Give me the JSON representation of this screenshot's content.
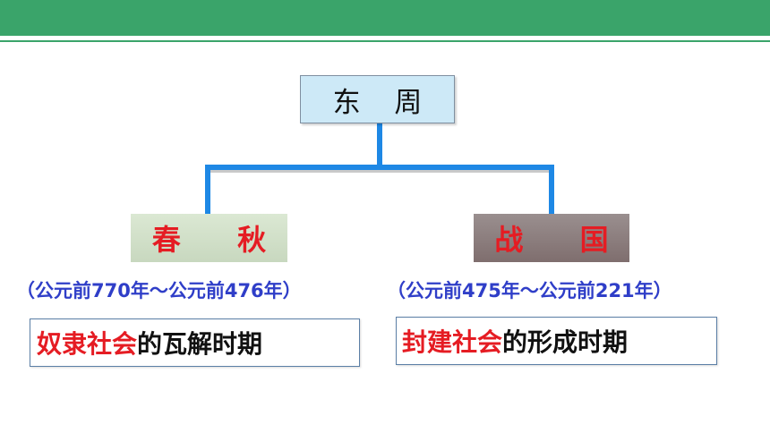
{
  "root": {
    "label": "东 周"
  },
  "children": [
    {
      "label": "春 秋",
      "period": "（公元前770年～公元前476年）",
      "desc_highlight": "奴隶社会",
      "desc_rest": "的瓦解时期"
    },
    {
      "label": "战 国",
      "period": "（公元前475年～公元前221年）",
      "desc_highlight": "封建社会",
      "desc_rest": "的形成时期"
    }
  ],
  "colors": {
    "header": "#3aa46a",
    "connector": "#1e88e5",
    "root_fill": "#cde9f7",
    "highlight": "#e51c23",
    "period_text": "#2f3ec8"
  }
}
